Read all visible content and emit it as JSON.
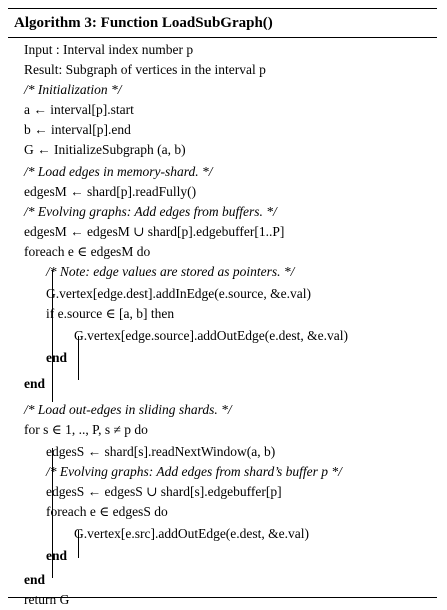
{
  "algorithm": {
    "label": "Algorithm 3:",
    "name": "Function LoadSubGraph()"
  },
  "lines": [
    {
      "t": "Input : Interval index number p"
    },
    {
      "t": "Result: Subgraph of vertices in the interval p"
    },
    {
      "t": "/* Initialization */"
    },
    {
      "t": "a ← interval[p].start"
    },
    {
      "t": "b ← interval[p].end"
    },
    {
      "t": "G ← InitializeSubgraph (a, b)"
    },
    {
      "t": "/* Load edges in memory-shard. */"
    },
    {
      "t": "edgesM ← shard[p].readFully()"
    },
    {
      "t": "/* Evolving graphs: Add edges from buffers. */"
    },
    {
      "t": "edgesM ← edgesM ∪ shard[p].edgebuffer[1..P]"
    },
    {
      "t": "foreach e ∈ edgesM do"
    },
    {
      "t": "/* Note: edge values are stored as pointers. */"
    },
    {
      "t": "G.vertex[edge.dest].addInEdge(e.source, &e.val)"
    },
    {
      "t": "if e.source ∈ [a, b] then"
    },
    {
      "t": "G.vertex[edge.source].addOutEdge(e.dest, &e.val)"
    },
    {
      "t": "end"
    },
    {
      "t": "end"
    },
    {
      "t": "/* Load out-edges in sliding shards. */"
    },
    {
      "t": "for s ∈ 1, .., P, s ≠ p do"
    },
    {
      "t": "edgesS ← shard[s].readNextWindow(a, b)"
    },
    {
      "t": "/* Evolving graphs: Add edges from shard’s buffer p */"
    },
    {
      "t": "edgesS ← edgesS ∪ shard[s].edgebuffer[p]"
    },
    {
      "t": "foreach e ∈ edgesS do"
    },
    {
      "t": "G.vertex[e.src].addOutEdge(e.dest, &e.val)"
    },
    {
      "t": "end"
    },
    {
      "t": "end"
    },
    {
      "t": "return G"
    }
  ]
}
